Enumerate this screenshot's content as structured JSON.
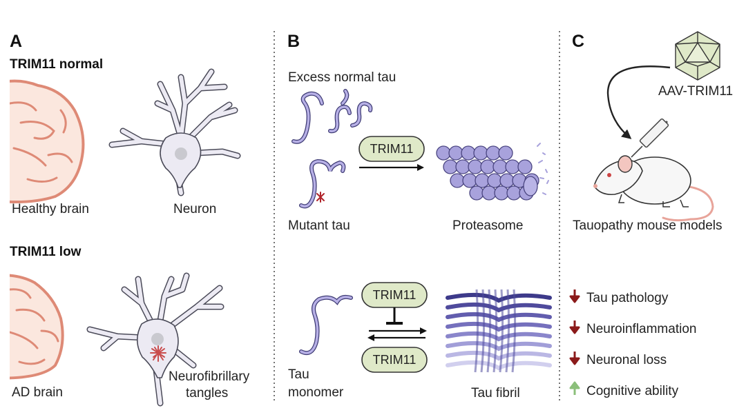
{
  "panel_a": {
    "letter": "A",
    "normal_title": "TRIM11 normal",
    "healthy_brain": "Healthy brain",
    "neuron": "Neuron",
    "low_title": "TRIM11 low",
    "ad_brain": "AD brain",
    "tangles_line1": "Neurofibrillary",
    "tangles_line2": "tangles"
  },
  "panel_b": {
    "letter": "B",
    "excess_tau": "Excess normal tau",
    "trim11_top": "TRIM11",
    "mutant_tau": "Mutant tau",
    "proteasome": "Proteasome",
    "trim11_inhibit": "TRIM11",
    "trim11_bottom": "TRIM11",
    "tau_line1": "Tau",
    "tau_line2": "monomer",
    "tau_fibril": "Tau fibril"
  },
  "panel_c": {
    "letter": "C",
    "aav": "AAV-TRIM11",
    "mouse_models": "Tauopathy mouse models",
    "outcomes": [
      {
        "label": "Tau pathology",
        "direction": "down",
        "color": "#8b1a1a"
      },
      {
        "label": "Neuroinflammation",
        "direction": "down",
        "color": "#8b1a1a"
      },
      {
        "label": "Neuronal loss",
        "direction": "down",
        "color": "#8b1a1a"
      },
      {
        "label": "Cognitive ability",
        "direction": "up",
        "color": "#8bbf7a"
      }
    ]
  },
  "colors": {
    "brain_fill": "#fbe7de",
    "brain_stroke": "#de8a76",
    "tau": "#b7b0e6",
    "pill": "#dfe9c8",
    "proteasome": "#a8a2dc",
    "virus": "#dfe9c8"
  }
}
